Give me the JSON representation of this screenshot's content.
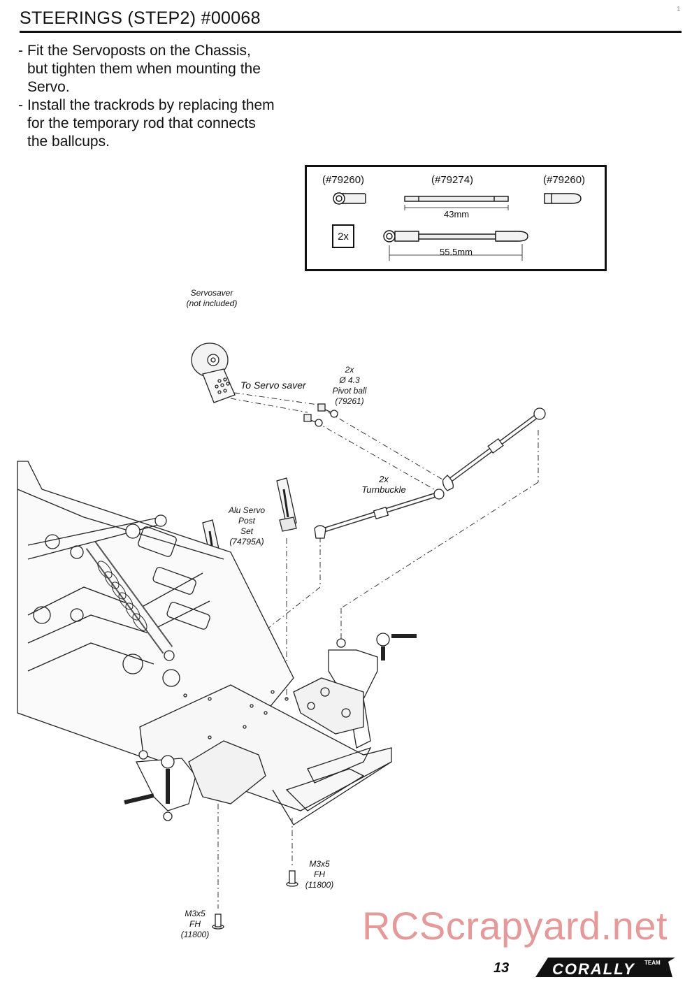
{
  "header": {
    "title": "STEERINGS (STEP2) #00068"
  },
  "instructions": [
    {
      "dash": "-",
      "lines": [
        "Fit the Servoposts on the Chassis,",
        "but tighten them when mounting the",
        "Servo."
      ]
    },
    {
      "dash": "-",
      "lines": [
        "Install the trackrods by replacing them",
        "for the temporary rod that connects",
        "the ballcups."
      ]
    }
  ],
  "parts_box": {
    "part_left": "(#79260)",
    "part_middle": "(#79274)",
    "part_right": "(#79260)",
    "rod_length": "43mm",
    "quantity": "2x",
    "assembly_length": "55.5mm"
  },
  "callouts": {
    "servosaver": [
      "Servosaver",
      "(not included)"
    ],
    "to_servo_saver": "To Servo saver",
    "pivot_ball": [
      "2x",
      "Ø 4.3",
      "Pivot ball",
      "(79261)"
    ],
    "turnbuckle": [
      "2x",
      "Turnbuckle"
    ],
    "servo_post": [
      "Alu Servo",
      "Post",
      "Set",
      "(74795A)"
    ],
    "screw_right": [
      "M3x5",
      "FH",
      "(11800)"
    ],
    "screw_left": [
      "M3x5",
      "FH",
      "(11800)"
    ]
  },
  "corner_mark": "1",
  "footer": {
    "page_number": "13",
    "brand_small": "TEAM",
    "brand": "CORALLY"
  },
  "watermark": "RCScrapyard.net"
}
